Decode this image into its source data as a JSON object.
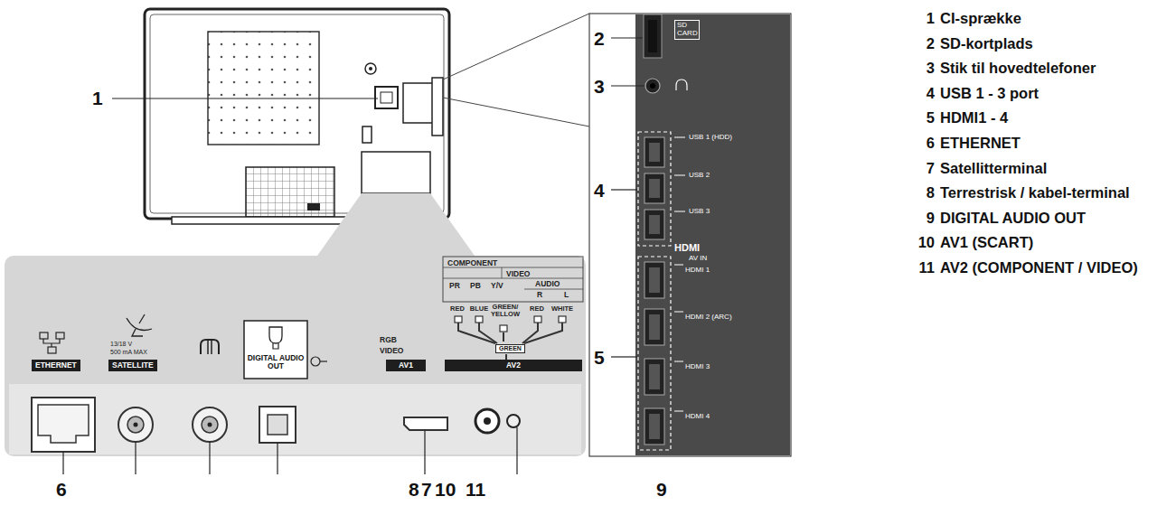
{
  "diagram": {
    "nodes": [
      {
        "text": [
          "ETHERNET"
        ]
      },
      {
        "text": [
          "SATELLITE"
        ]
      },
      {
        "text": [
          "DIGITAL AUDIO OUT"
        ]
      },
      {
        "text": [
          "AV1"
        ]
      },
      {
        "text": [
          "AV2"
        ]
      }
    ],
    "labels": [
      "1",
      "2",
      "3",
      "4",
      "5",
      "6",
      "8",
      "7",
      "10",
      "11",
      "9",
      "13/18 V",
      "500 mA MAX",
      "RGB",
      "VIDEO",
      "COMPONENT",
      "VIDEO",
      "PR",
      "PB",
      "Y/V",
      "AUDIO",
      "R",
      "L",
      "RED",
      "BLUE",
      "GREEN/ YELLOW",
      "RED",
      "WHITE",
      "GREEN",
      "SD CARD",
      "USB 1 (HDD)",
      "USB 2",
      "USB 3",
      "HDMI",
      "AV IN",
      "HDMI 1",
      "HDMI 2 (ARC)",
      "HDMI 3",
      "HDMI 4",
      "1",
      "CI-sprække",
      "2",
      "SD-kortplads",
      "3",
      "Stik til hovedtelefoner",
      "4",
      "USB 1 - 3 port",
      "5",
      "HDMI1 - 4",
      "6",
      "ETHERNET",
      "7",
      "Satellitterminal",
      "8",
      "Terrestrisk / kabel-terminal",
      "9",
      "DIGITAL AUDIO OUT",
      "10",
      "AV1 (SCART)",
      "11",
      "AV2 (COMPONENT / VIDEO)"
    ]
  }
}
